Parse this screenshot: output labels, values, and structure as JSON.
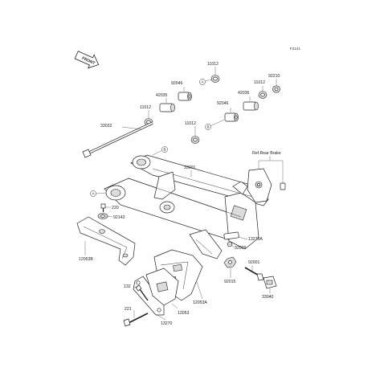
{
  "figure_code": "F2141",
  "front_arrow": "FRONT",
  "reference_labels": {
    "A": "A",
    "B": "B"
  },
  "ref_note": "Ref.Rear Brake",
  "parts": [
    {
      "id": "p11012a",
      "number": "11012"
    },
    {
      "id": "p92046a",
      "number": "92046"
    },
    {
      "id": "p42035",
      "number": "42035"
    },
    {
      "id": "p11012b",
      "number": "11012"
    },
    {
      "id": "p92210",
      "number": "92210"
    },
    {
      "id": "p11012c",
      "number": "11012"
    },
    {
      "id": "p42036",
      "number": "42036"
    },
    {
      "id": "p92046b",
      "number": "92046"
    },
    {
      "id": "p11012d",
      "number": "11012"
    },
    {
      "id": "p33032",
      "number": "33032"
    },
    {
      "id": "p33001",
      "number": "33001"
    },
    {
      "id": "p220",
      "number": "220"
    },
    {
      "id": "p92143",
      "number": "92143"
    },
    {
      "id": "p12053B",
      "number": "12053B"
    },
    {
      "id": "p13270A",
      "number": "13270A"
    },
    {
      "id": "p92009",
      "number": "92009"
    },
    {
      "id": "p92001",
      "number": "92001"
    },
    {
      "id": "p92015",
      "number": "92015"
    },
    {
      "id": "p33040",
      "number": "33040"
    },
    {
      "id": "p132",
      "number": "132"
    },
    {
      "id": "p12053A",
      "number": "12053A"
    },
    {
      "id": "p221",
      "number": "221"
    },
    {
      "id": "p12053",
      "number": "12053"
    },
    {
      "id": "p13270",
      "number": "13270"
    }
  ]
}
